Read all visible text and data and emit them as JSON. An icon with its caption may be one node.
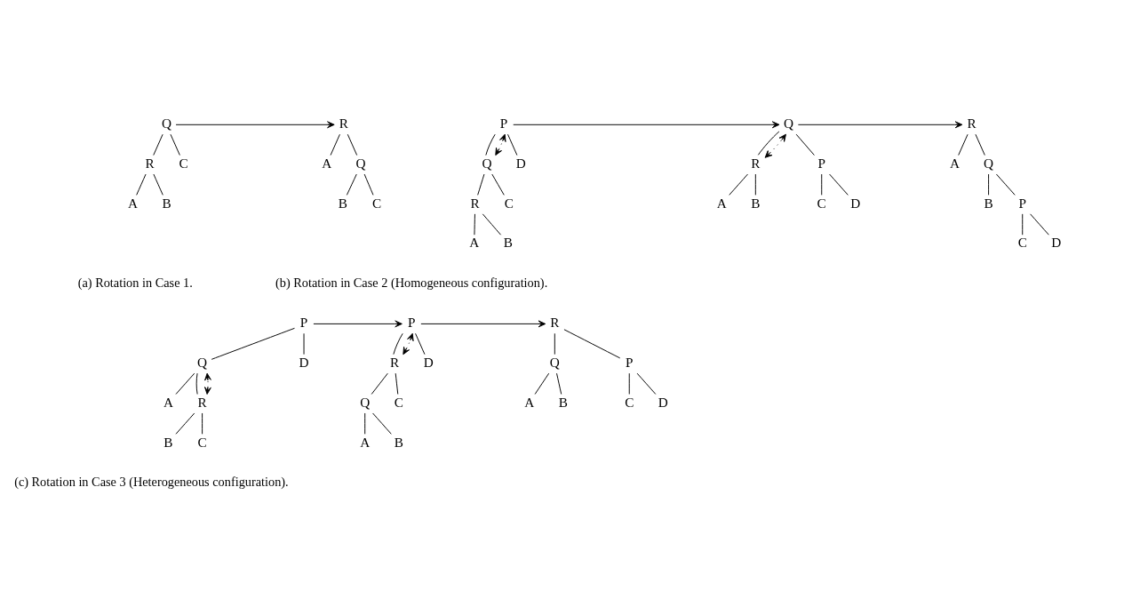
{
  "diagram": {
    "nodes": [
      {
        "text": [
          "Q"
        ]
      },
      {
        "text": [
          "R"
        ]
      },
      {
        "text": [
          "C"
        ]
      },
      {
        "text": [
          "A"
        ]
      },
      {
        "text": [
          "B"
        ]
      },
      {
        "text": [
          "R"
        ]
      },
      {
        "text": [
          "A"
        ]
      },
      {
        "text": [
          "Q"
        ]
      },
      {
        "text": [
          "B"
        ]
      },
      {
        "text": [
          "C"
        ]
      },
      {
        "text": [
          "P"
        ]
      },
      {
        "text": [
          "Q"
        ]
      },
      {
        "text": [
          "D"
        ]
      },
      {
        "text": [
          "R"
        ]
      },
      {
        "text": [
          "C"
        ]
      },
      {
        "text": [
          "A"
        ]
      },
      {
        "text": [
          "B"
        ]
      },
      {
        "text": [
          "Q"
        ]
      },
      {
        "text": [
          "R"
        ]
      },
      {
        "text": [
          "P"
        ]
      },
      {
        "text": [
          "A"
        ]
      },
      {
        "text": [
          "B"
        ]
      },
      {
        "text": [
          "C"
        ]
      },
      {
        "text": [
          "D"
        ]
      },
      {
        "text": [
          "R"
        ]
      },
      {
        "text": [
          "A"
        ]
      },
      {
        "text": [
          "Q"
        ]
      },
      {
        "text": [
          "B"
        ]
      },
      {
        "text": [
          "P"
        ]
      },
      {
        "text": [
          "C"
        ]
      },
      {
        "text": [
          "D"
        ]
      },
      {
        "text": [
          "P"
        ]
      },
      {
        "text": [
          "Q"
        ]
      },
      {
        "text": [
          "D"
        ]
      },
      {
        "text": [
          "A"
        ]
      },
      {
        "text": [
          "R"
        ]
      },
      {
        "text": [
          "B"
        ]
      },
      {
        "text": [
          "C"
        ]
      },
      {
        "text": [
          "P"
        ]
      },
      {
        "text": [
          "R"
        ]
      },
      {
        "text": [
          "D"
        ]
      },
      {
        "text": [
          "Q"
        ]
      },
      {
        "text": [
          "C"
        ]
      },
      {
        "text": [
          "A"
        ]
      },
      {
        "text": [
          "B"
        ]
      },
      {
        "text": [
          "R"
        ]
      },
      {
        "text": [
          "Q"
        ]
      },
      {
        "text": [
          "P"
        ]
      },
      {
        "text": [
          "A"
        ]
      },
      {
        "text": [
          "B"
        ]
      },
      {
        "text": [
          "C"
        ]
      },
      {
        "text": [
          "D"
        ]
      }
    ],
    "edges": [
      {
        "from": 0,
        "to": 1,
        "arrow": "none"
      },
      {
        "from": 0,
        "to": 2,
        "arrow": "none"
      },
      {
        "from": 1,
        "to": 3,
        "arrow": "none"
      },
      {
        "from": 1,
        "to": 4,
        "arrow": "none"
      },
      {
        "from": 0,
        "to": 5,
        "arrow": "to"
      },
      {
        "from": 5,
        "to": 6,
        "arrow": "none"
      },
      {
        "from": 5,
        "to": 7,
        "arrow": "none"
      },
      {
        "from": 7,
        "to": 8,
        "arrow": "none"
      },
      {
        "from": 7,
        "to": 9,
        "arrow": "none"
      },
      {
        "from": 10,
        "to": 11,
        "arrow": "none"
      },
      {
        "from": 10,
        "to": 12,
        "arrow": "none"
      },
      {
        "from": 11,
        "to": 13,
        "arrow": "none"
      },
      {
        "from": 11,
        "to": 14,
        "arrow": "none"
      },
      {
        "from": 13,
        "to": 15,
        "arrow": "none"
      },
      {
        "from": 13,
        "to": 16,
        "arrow": "none"
      },
      {
        "from": 11,
        "to": 10,
        "arrow": "both",
        "style": "dashed"
      },
      {
        "from": 10,
        "to": 17,
        "arrow": "to"
      },
      {
        "from": 17,
        "to": 18,
        "arrow": "none"
      },
      {
        "from": 17,
        "to": 19,
        "arrow": "none"
      },
      {
        "from": 18,
        "to": 20,
        "arrow": "none"
      },
      {
        "from": 18,
        "to": 21,
        "arrow": "none"
      },
      {
        "from": 19,
        "to": 22,
        "arrow": "none"
      },
      {
        "from": 19,
        "to": 23,
        "arrow": "none"
      },
      {
        "from": 18,
        "to": 17,
        "arrow": "both",
        "style": "dashed"
      },
      {
        "from": 17,
        "to": 24,
        "arrow": "to"
      },
      {
        "from": 24,
        "to": 25,
        "arrow": "none"
      },
      {
        "from": 24,
        "to": 26,
        "arrow": "none"
      },
      {
        "from": 26,
        "to": 27,
        "arrow": "none"
      },
      {
        "from": 26,
        "to": 28,
        "arrow": "none"
      },
      {
        "from": 28,
        "to": 29,
        "arrow": "none"
      },
      {
        "from": 28,
        "to": 30,
        "arrow": "none"
      },
      {
        "from": 31,
        "to": 32,
        "arrow": "none"
      },
      {
        "from": 31,
        "to": 33,
        "arrow": "none"
      },
      {
        "from": 32,
        "to": 34,
        "arrow": "none"
      },
      {
        "from": 32,
        "to": 35,
        "arrow": "none"
      },
      {
        "from": 35,
        "to": 36,
        "arrow": "none"
      },
      {
        "from": 35,
        "to": 37,
        "arrow": "none"
      },
      {
        "from": 35,
        "to": 32,
        "arrow": "both",
        "style": "dashed"
      },
      {
        "from": 31,
        "to": 38,
        "arrow": "to"
      },
      {
        "from": 38,
        "to": 39,
        "arrow": "none"
      },
      {
        "from": 38,
        "to": 40,
        "arrow": "none"
      },
      {
        "from": 39,
        "to": 41,
        "arrow": "none"
      },
      {
        "from": 39,
        "to": 42,
        "arrow": "none"
      },
      {
        "from": 41,
        "to": 43,
        "arrow": "none"
      },
      {
        "from": 41,
        "to": 44,
        "arrow": "none"
      },
      {
        "from": 39,
        "to": 38,
        "arrow": "both",
        "style": "dashed"
      },
      {
        "from": 38,
        "to": 45,
        "arrow": "to"
      },
      {
        "from": 45,
        "to": 46,
        "arrow": "none"
      },
      {
        "from": 45,
        "to": 47,
        "arrow": "none"
      },
      {
        "from": 46,
        "to": 48,
        "arrow": "none"
      },
      {
        "from": 46,
        "to": 49,
        "arrow": "none"
      },
      {
        "from": 47,
        "to": 50,
        "arrow": "none"
      },
      {
        "from": 47,
        "to": 51,
        "arrow": "none"
      }
    ],
    "labels": [
      "(a) Rotation in Case 1.",
      "(b) Rotation in Case 2 (Homogeneous configuration).",
      "(c) Rotation in Case 3 (Heterogeneous configuration)."
    ]
  }
}
